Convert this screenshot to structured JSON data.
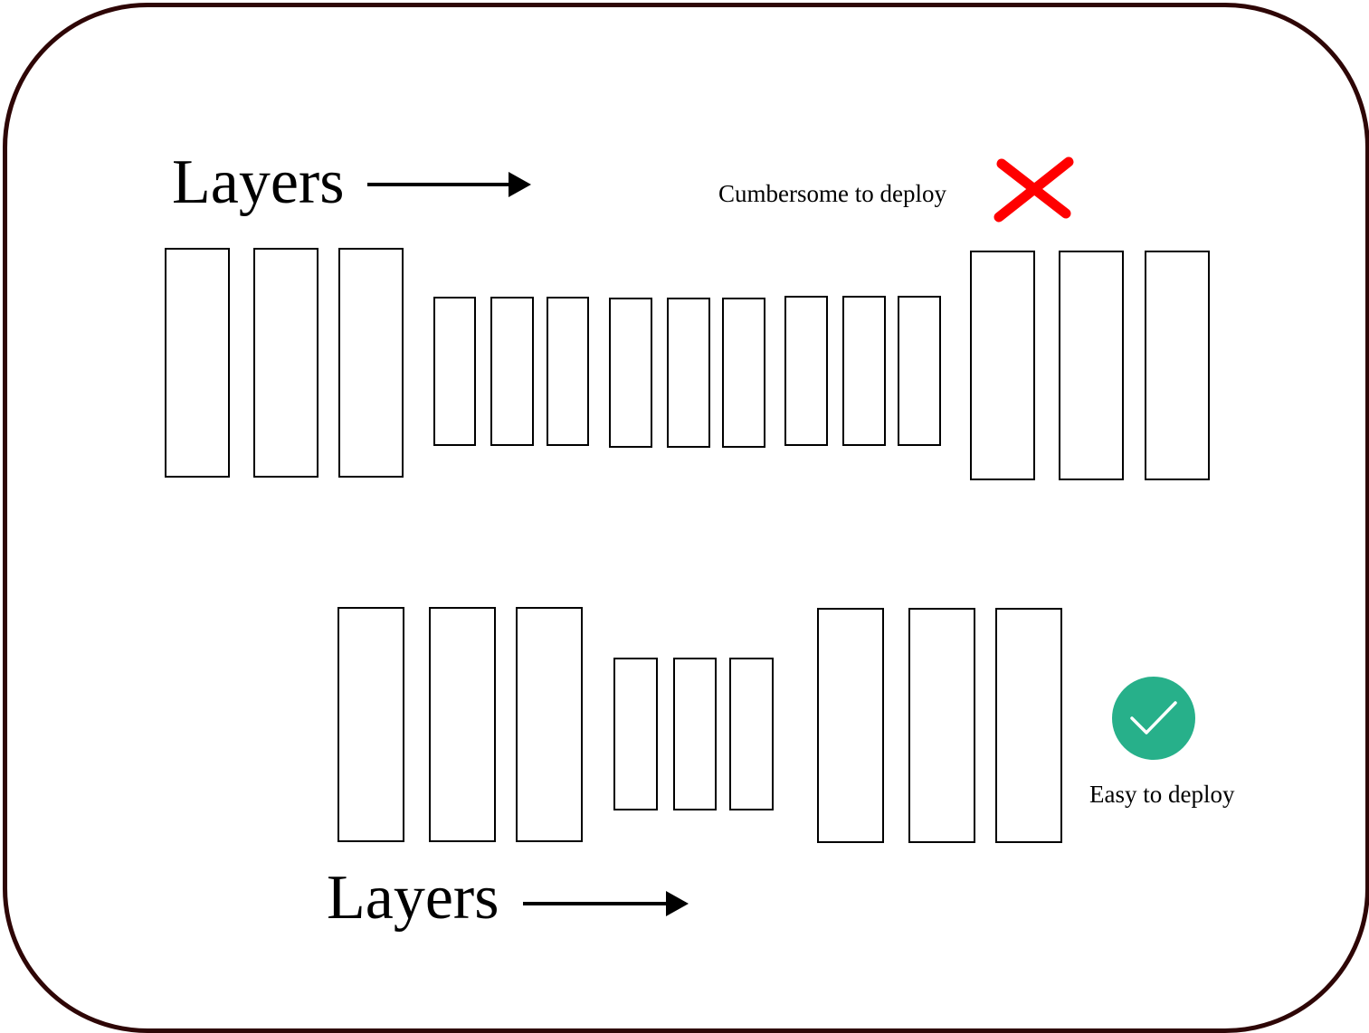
{
  "top_model": {
    "axis_label": "Layers",
    "caption": "Cumbersome to deploy",
    "status_icon": "cross-icon",
    "status_color": "#ff0000",
    "layer_count": 15
  },
  "bottom_model": {
    "axis_label": "Layers",
    "caption": "Easy to deploy",
    "status_icon": "check-icon",
    "status_color": "#27b08a",
    "layer_count": 9
  },
  "colors": {
    "frame_border": "#2e0606"
  }
}
